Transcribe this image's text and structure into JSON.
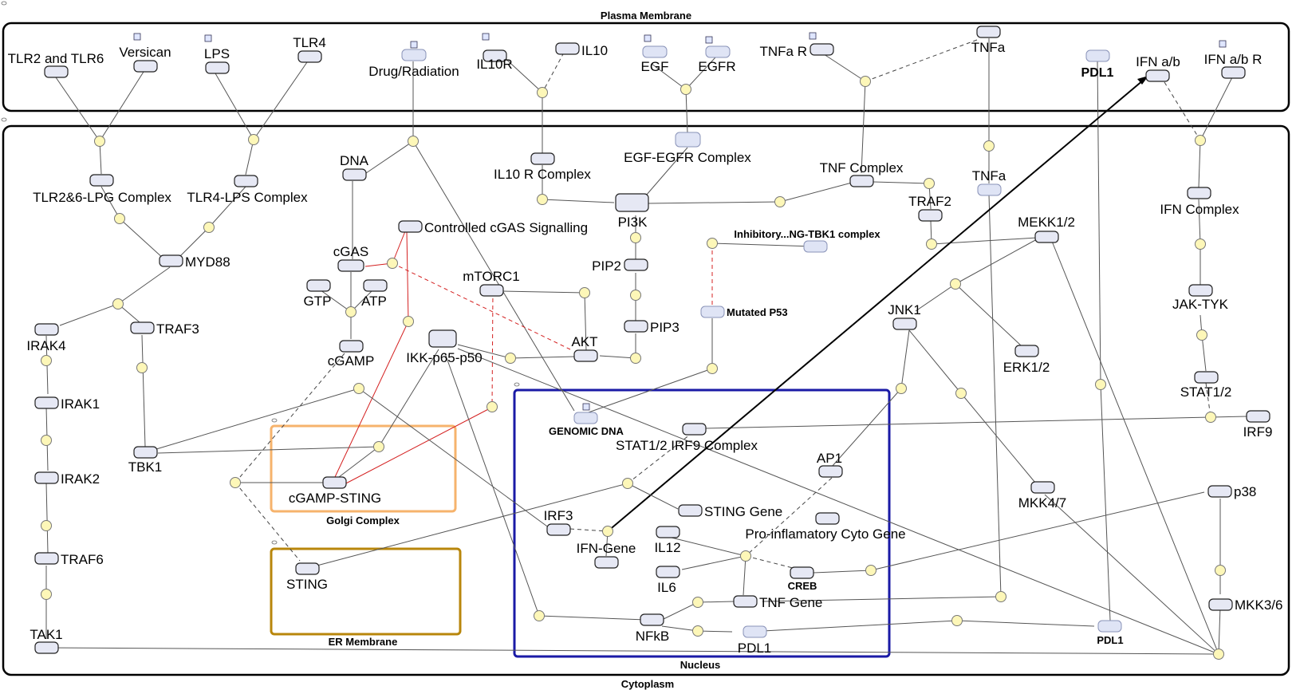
{
  "compartments": {
    "plasma_membrane": "Plasma Membrane",
    "cytoplasm": "Cytoplasm",
    "nucleus": "Nucleus",
    "golgi": "Golgi Complex",
    "er": "ER Membrane"
  },
  "nodes": {
    "tlr2_tlr6": "TLR2 and TLR6",
    "versican": "Versican",
    "lps": "LPS",
    "tlr4": "TLR4",
    "drug_radiation": "Drug/Radiation",
    "il10r": "IL10R",
    "il10": "IL10",
    "egf": "EGF",
    "egfr": "EGFR",
    "tnfa_r": "TNFa R",
    "tnfa_top": "TNFa",
    "pdl1_top": "PDL1",
    "ifn_ab": "IFN a/b",
    "ifn_ab_r": "IFN a/b R",
    "tlr26_lpg": "TLR2&6-LPG Complex",
    "tlr4_lps": "TLR4-LPS Complex",
    "dna": "DNA",
    "il10r_complex": "IL10 R Complex",
    "egf_egfr_complex": "EGF-EGFR Complex",
    "tnf_complex": "TNF Complex",
    "tnfa_cyto": "TNFa",
    "ifn_complex": "IFN Complex",
    "controlled_cgas": "Controlled cGAS Signalling",
    "pi3k": "PI3K",
    "traf2": "TRAF2",
    "mekk12": "MEKK1/2",
    "inhibitory": "Inhibitory...NG-TBK1 complex",
    "myd88": "MYD88",
    "cgas": "cGAS",
    "mtorc1": "mTORC1",
    "pip2": "PIP2",
    "gtp": "GTP",
    "atp": "ATP",
    "jnk1": "JNK1",
    "mutated_p53": "Mutated P53",
    "jak_tyk": "JAK-TYK",
    "irak4": "IRAK4",
    "traf3": "TRAF3",
    "pip3": "PIP3",
    "cgamp": "cGAMP",
    "ikk": "IKK-p65-p50",
    "akt": "AKT",
    "erk12": "ERK1/2",
    "stat12": "STAT1/2",
    "irak1": "IRAK1",
    "genomic_dna": "GENOMIC DNA",
    "stat12_irf9": "STAT1/2 IRF9 Complex",
    "irf9": "IRF9",
    "tbk1": "TBK1",
    "ap1": "AP1",
    "irak2": "IRAK2",
    "cgamp_sting": "cGAMP-STING",
    "mkk47": "MKK4/7",
    "p38": "p38",
    "sting_gene": "STING Gene",
    "irf3": "IRF3",
    "pro_inflam": "Pro-inflamatory Cyto Gene",
    "ifn_gene": "IFN-Gene",
    "il12": "IL12",
    "traf6": "TRAF6",
    "sting": "STING",
    "il6": "IL6",
    "creb": "CREB",
    "tnf_gene": "TNF Gene",
    "mkk36": "MKK3/6",
    "tak1": "TAK1",
    "nfkb": "NFkB",
    "pdl1_nuc": "PDL1",
    "pdl1_cyto": "PDL1"
  }
}
